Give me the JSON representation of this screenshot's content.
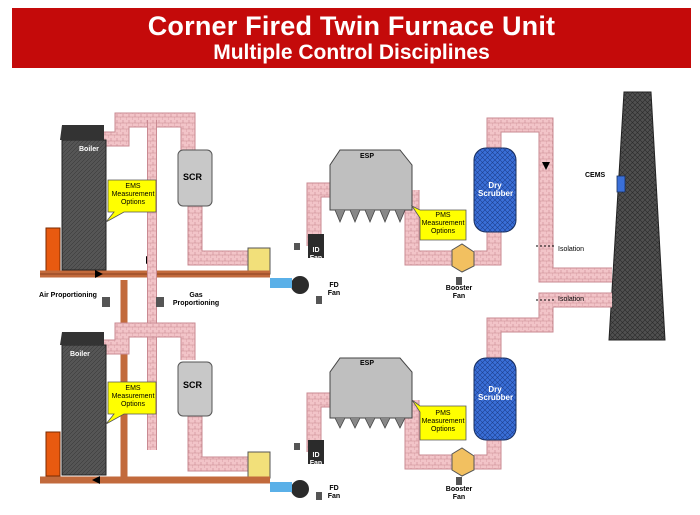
{
  "header": {
    "title": "Corner Fired Twin Furnace Unit",
    "subtitle": "Multiple Control Disciplines"
  },
  "colors": {
    "banner": "#c40a0a",
    "duct": "#f2c4c8",
    "air_duct": "#c26a3c",
    "callout": "#ffff00",
    "scrubber": "#3a6fd8",
    "stack": "#505050",
    "boiler": "#4a4a4a",
    "fan": "#303030",
    "fan_inlet": "#f2e07a",
    "burner": "#e85a10"
  },
  "labels": {
    "boiler_top": "Boiler",
    "boiler_bottom": "Boiler",
    "scr_top": "SCR",
    "scr_bottom": "SCR",
    "esp_top": "ESP",
    "esp_bottom": "ESP",
    "dry_scrubber_top": "Dry Scrubber",
    "dry_scrubber_bottom": "Dry Scrubber",
    "ems_top": "EMS Measurement Options",
    "ems_bottom": "EMS Measurement Options",
    "pms_top": "PMS Measurement Options",
    "pms_bottom": "PMS Measurement Options",
    "id_fan_top": "ID Fan",
    "id_fan_bottom": "ID Fan",
    "fd_fan_top": "FD Fan",
    "fd_fan_bottom": "FD Fan",
    "booster_fan_top": "Booster Fan",
    "booster_fan_bottom": "Booster Fan",
    "air_proportioning": "Air Proportioning",
    "gas_proportioning": "Gas Proportioning",
    "cems": "CEMS",
    "isolation_top": "Isolation",
    "isolation_bottom": "Isolation"
  },
  "icons": [
    "flow-arrow-icon",
    "damper-icon",
    "fan-icon",
    "burner-icon",
    "analyzer-icon"
  ]
}
